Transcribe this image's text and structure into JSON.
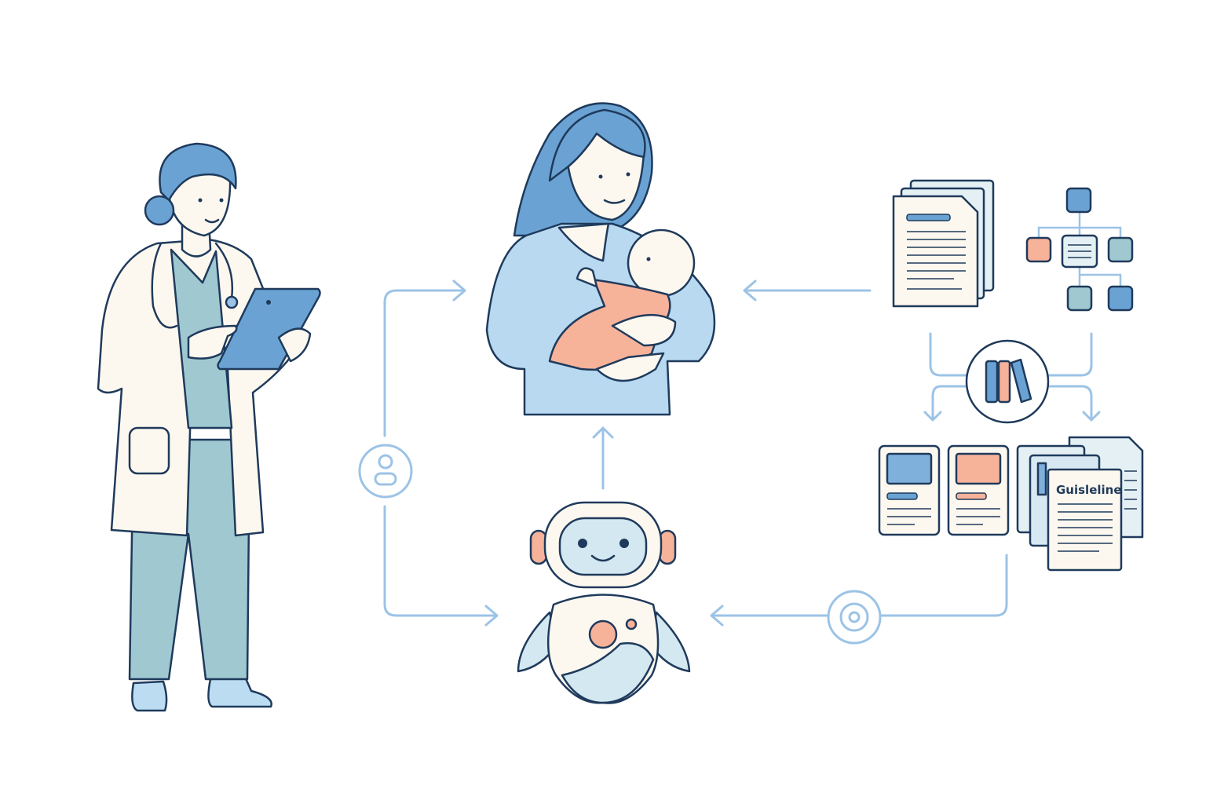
{
  "guideline_doc": {
    "title": "Guisleline"
  },
  "colors": {
    "outline": "#1f3a5c",
    "connector": "#9cc3e6",
    "blue": "#6aa3d3",
    "light_blue": "#b8d9f0",
    "teal": "#9fc8d0",
    "salmon": "#f7b29a",
    "cream": "#fdf8ef"
  },
  "icons": [
    "doctor-figure",
    "tablet-icon",
    "mother-with-baby",
    "robot-assistant",
    "documents-icon",
    "flowchart-icon",
    "books-icon",
    "user-icon",
    "target-icon"
  ]
}
